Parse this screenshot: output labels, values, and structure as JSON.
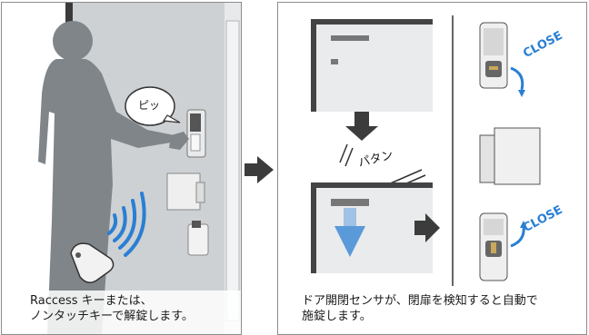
{
  "left_panel": {
    "bubble_text": "ピッ",
    "caption_line1": "Raccess キーまたは、",
    "caption_line2": "ノンタッチキーで解錠します。"
  },
  "right_panel": {
    "onomatopoeia": "パタン",
    "close_label_top": "CLOSE",
    "close_label_bottom": "CLOSE",
    "caption_line1": "ドア開閉センサが、閉扉を検知すると自動で",
    "caption_line2": "施錠します。"
  },
  "colors": {
    "accent_blue": "#2a7fd3",
    "silhouette": "#7f8589",
    "arrow": "#3c3c3c"
  }
}
